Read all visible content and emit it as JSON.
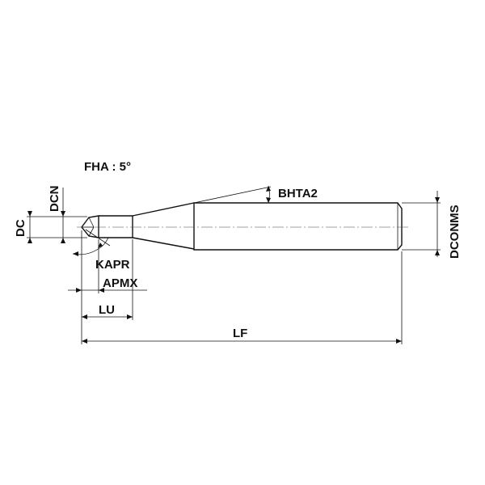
{
  "drawing": {
    "fha_note": "FHA : 5°",
    "labels": {
      "dcn": "DCN",
      "dc": "DC",
      "bhta2": "BHTA2",
      "dconms": "DCONMS",
      "kapr": "KAPR",
      "apmx": "APMX",
      "lu": "LU",
      "lf": "LF"
    }
  }
}
